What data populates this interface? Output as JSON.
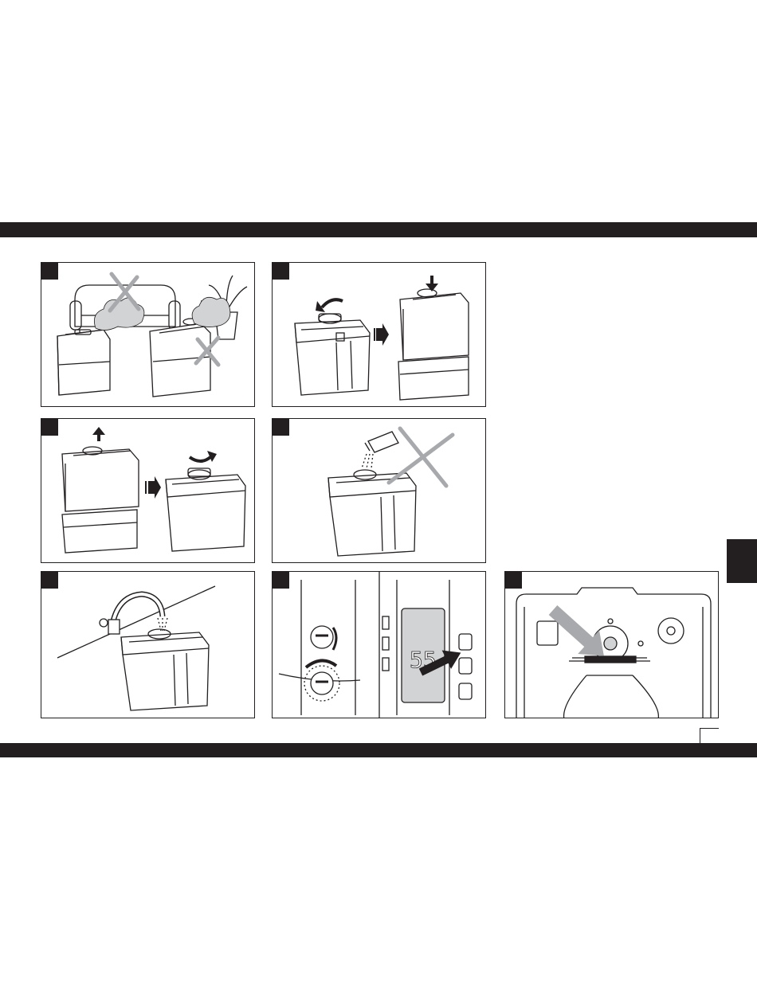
{
  "document": {
    "kind": "instruction-manual-figures-page",
    "panel_count": 7,
    "panels": [
      {
        "icon": "placement-warning-illustration"
      },
      {
        "icon": "tank-cap-close-illustration"
      },
      {
        "icon": "tank-lift-and-open-illustration"
      },
      {
        "icon": "no-additives-warning-illustration"
      },
      {
        "icon": "tap-filling-illustration"
      },
      {
        "icon": "control-panel-power-illustration"
      },
      {
        "icon": "base-cleaning-illustration"
      }
    ],
    "display_reading": "55",
    "colors": {
      "ink": "#231f20",
      "paper": "#ffffff",
      "arrow_grey": "#a7a9ac"
    }
  }
}
